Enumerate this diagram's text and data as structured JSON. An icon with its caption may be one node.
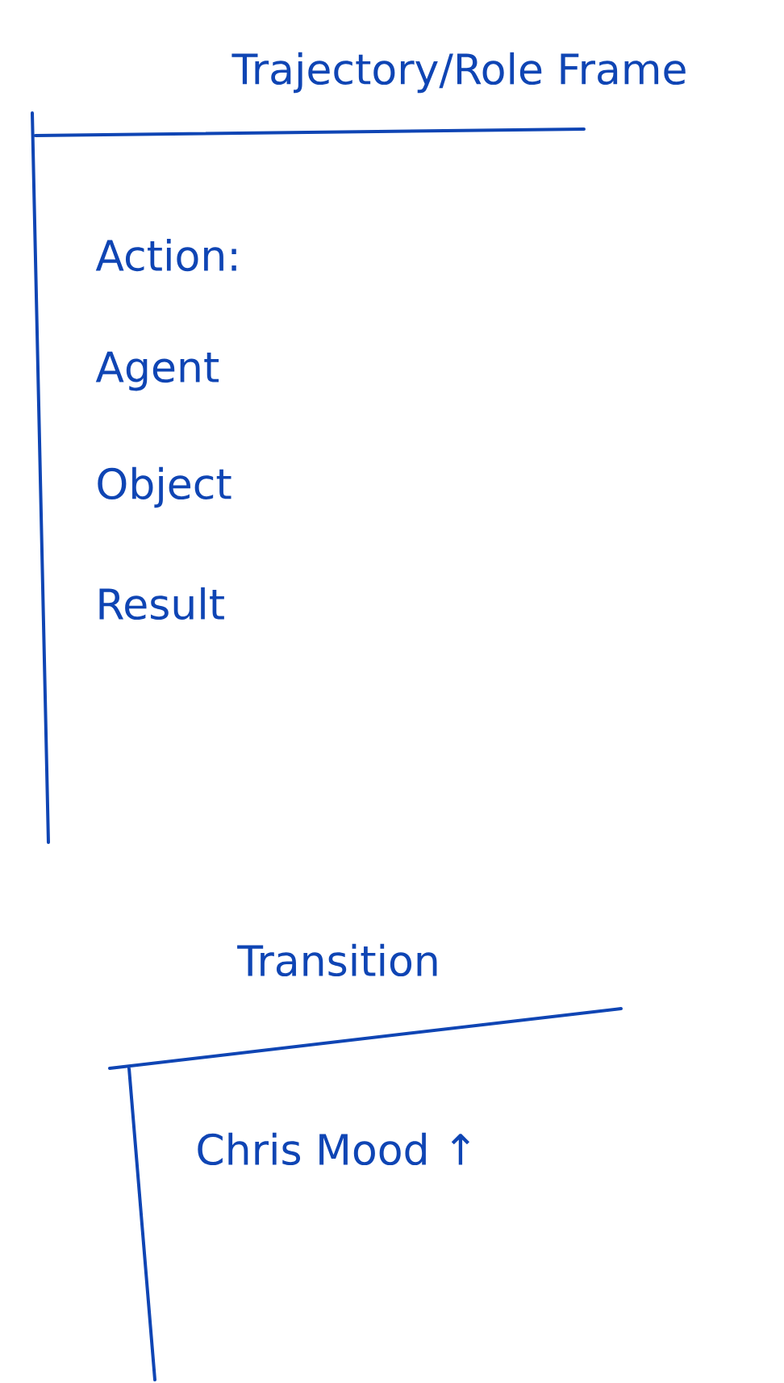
{
  "diagram": {
    "nodes": [
      {
        "text": [
          "Trajectory/Role Frame",
          "Action:",
          "Agent",
          "Object",
          "Result"
        ]
      },
      {
        "text": [
          "Transition",
          "Chris Mood ↑"
        ]
      }
    ]
  }
}
